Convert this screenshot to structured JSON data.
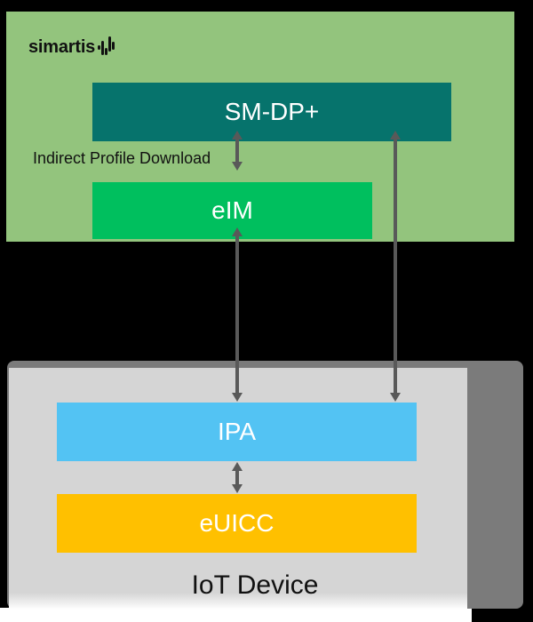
{
  "brand": {
    "logo_text": "simartis"
  },
  "panel": {
    "connection_label": "Indirect Profile Download"
  },
  "nodes": {
    "sm_dp": "SM-DP+",
    "eim": "eIM",
    "ipa": "IPA",
    "euicc": "eUICC"
  },
  "device": {
    "label": "IoT Device"
  },
  "colors": {
    "bg": "#000000",
    "panel_green": "#93C47D",
    "teal": "#06736C",
    "green": "#00BF5E",
    "blue": "#53C3F3",
    "amber": "#FFC000",
    "outer_gray": "#7B7B7B",
    "inner_gray": "#D5D5D5",
    "arrow_gray": "#595959",
    "text_dark": "#111111",
    "text_light": "#FFFFFF"
  }
}
